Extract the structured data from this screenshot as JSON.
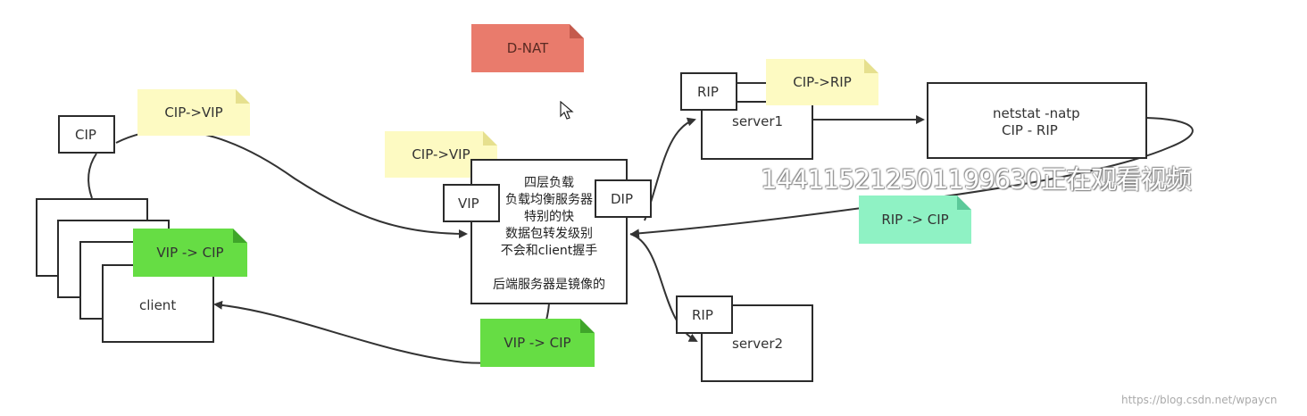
{
  "title_note": "D-NAT",
  "nodes": {
    "cip": "CIP",
    "client": "client",
    "vip": "VIP",
    "dip": "DIP",
    "rip1": "RIP",
    "server1": "server1",
    "rip2": "RIP",
    "server2": "server2",
    "netstat_line1": "netstat -natp",
    "netstat_line2": "CIP - RIP"
  },
  "lb_lines": [
    "四层负载",
    "负载均衡服务器",
    "特别的快",
    "数据包转发级别",
    "不会和client握手",
    "",
    "后端服务器是镜像的"
  ],
  "notes": {
    "cip_vip_left": "CIP->VIP",
    "cip_vip_center": "CIP->VIP",
    "cip_rip": "CIP->RIP",
    "vip_cip_left": "VIP -> CIP",
    "vip_cip_bottom": "VIP -> CIP",
    "rip_cip": "RIP -> CIP"
  },
  "overlay": {
    "watermark": "1441152125011996​30正在观看视频",
    "credit": "https://blog.csdn.net/wpaycn"
  },
  "colors": {
    "yellow_note": "#fdfac2",
    "green_note": "#66dd44",
    "mint_note": "#8ff2c4",
    "red_note": "#e97b6c"
  }
}
